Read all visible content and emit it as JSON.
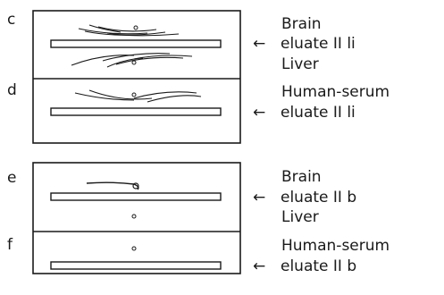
{
  "panels": [
    {
      "letter": "c",
      "label_lines": [
        "Brain",
        "eluate II li"
      ],
      "arrow_line": 1
    },
    {
      "letter": "d",
      "label_lines": [
        "Human-serum",
        "eluate II li"
      ],
      "arrow_line": 1
    },
    {
      "letter": "e",
      "label_lines": [
        "Brain",
        "eluate II b"
      ],
      "arrow_line": 1
    },
    {
      "letter": "f",
      "label_lines": [
        "Human-serum",
        "eluate II b"
      ],
      "arrow_line": 1
    }
  ],
  "shared_labels": [
    "Liver",
    "Liver"
  ],
  "arrow_glyph": "←"
}
